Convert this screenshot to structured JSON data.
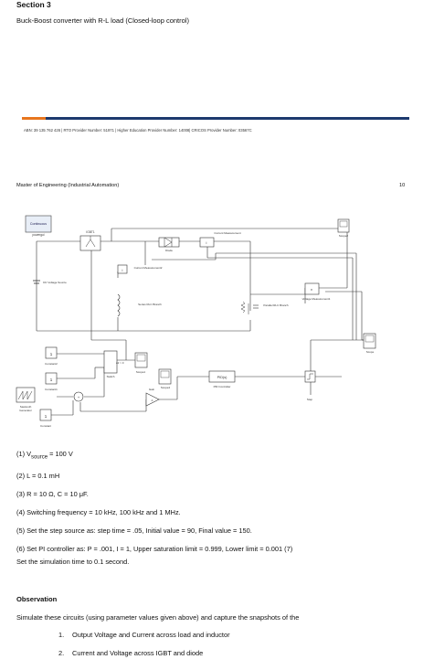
{
  "section_heading": "Section 3",
  "subtitle": "Buck-Boost converter with R-L load (Closed-loop control)",
  "footer_info": "ABN: 39 135 762 426 | RTO Provider Number: 51971 | Higher Education Provider Number: 14008| CRICOS Provider Number: 03567C",
  "program": "Master of Engineering (Industrial Automation)",
  "page_number": "10",
  "diagram": {
    "continuous_label": "Continuous",
    "powergui_label": "powergui",
    "igbt_label": "IGBT1",
    "diode_label": "Diode",
    "current_measurement_label": "Current Measurement",
    "current_measurement2_label": "Current Measurement2",
    "scope2_label": "Scope2",
    "dc_source_label": "DC Voltage Source",
    "series_rlc_label": "Series RLC Branch",
    "parallel_rlc_label": "Parallel RLC Branch",
    "voltage_measurement_label": "Voltage Measurement1",
    "scope_label": "Scope",
    "constant2_label": "Constant2",
    "constant1_label": "Constant1",
    "constant_label": "Constant",
    "switch_label": "Switch",
    "scope1_label": "Scope1",
    "scope4_label": "Scope4",
    "pid_label": "PID(s)",
    "pid_controller_label": "PID Controller",
    "gain_label": "Gain",
    "step_label": "Step",
    "sawtooth_label": "Sawtooth\nGenerator",
    "const_value": "1",
    "switch_expr": "u2 > 0",
    "gain_value": "-1"
  },
  "params": [
    {
      "prefix": "(1) V",
      "sub": "source",
      "rest": " = 100 V"
    },
    {
      "prefix": "(2) L = 0.1 mH",
      "sub": "",
      "rest": ""
    },
    {
      "prefix": "(3) R = 10 Ω, C = 10 μF.",
      "sub": "",
      "rest": ""
    },
    {
      "prefix": "(4) Switching frequency = 10 kHz, 100 kHz and 1 MHz.",
      "sub": "",
      "rest": ""
    },
    {
      "prefix": "(5) Set the step source as: step time = .05, Initial value = 90, Final value = 150.",
      "sub": "",
      "rest": ""
    },
    {
      "prefix": "(6) Set PI controller as: P = .001, I = 1, Upper saturation limit = 0.999, Lower limit = 0.001 (7)",
      "sub": "",
      "rest": ""
    }
  ],
  "param6_line2": "Set the simulation time to 0.1 second.",
  "observation_heading": "Observation",
  "observation_text": "Simulate these circuits (using parameter values given above) and capture the snapshots of the",
  "observation_items": [
    {
      "num": "1.",
      "text": "Output Voltage and Current across load and inductor"
    },
    {
      "num": "2.",
      "text": "Current and Voltage across IGBT and diode"
    }
  ]
}
